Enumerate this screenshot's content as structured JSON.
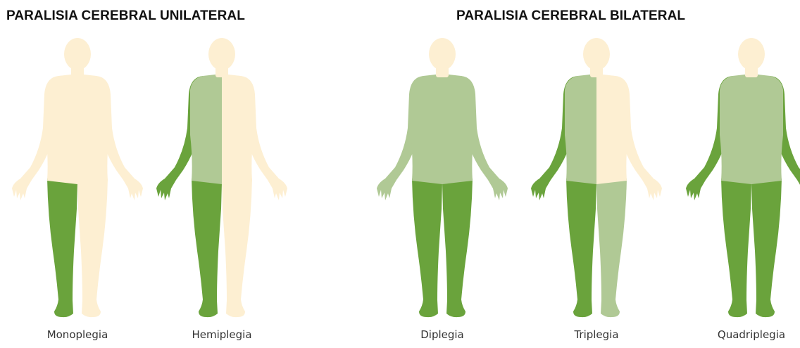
{
  "titles": {
    "unilateral": "PARALISIA CEREBRAL UNILATERAL",
    "bilateral": "PARALISIA CEREBRAL BILATERAL"
  },
  "colors": {
    "unaffected": "#fdefd2",
    "affected_light": "#b0c995",
    "affected_dark": "#6aa33c"
  },
  "figures": [
    {
      "id": "mono",
      "label": "Monoplegia",
      "regions": {
        "head": "unaffected",
        "torso_right": "unaffected",
        "torso_left": "unaffected",
        "arm_right": "unaffected",
        "arm_left": "unaffected",
        "leg_right": "affected_dark",
        "leg_left": "unaffected"
      }
    },
    {
      "id": "hemi",
      "label": "Hemiplegia",
      "regions": {
        "head": "unaffected",
        "torso_right": "affected_light",
        "torso_left": "unaffected",
        "arm_right": "affected_dark",
        "arm_left": "unaffected",
        "leg_right": "affected_dark",
        "leg_left": "unaffected"
      }
    },
    {
      "id": "di",
      "label": "Diplegia",
      "regions": {
        "head": "unaffected",
        "torso_right": "affected_light",
        "torso_left": "affected_light",
        "arm_right": "affected_light",
        "arm_left": "affected_light",
        "leg_right": "affected_dark",
        "leg_left": "affected_dark"
      }
    },
    {
      "id": "tri",
      "label": "Triplegia",
      "regions": {
        "head": "unaffected",
        "torso_right": "affected_light",
        "torso_left": "unaffected",
        "arm_right": "affected_dark",
        "arm_left": "unaffected",
        "leg_right": "affected_dark",
        "leg_left": "affected_light"
      }
    },
    {
      "id": "quad",
      "label": "Quadriplegia",
      "regions": {
        "head": "unaffected",
        "torso_right": "affected_light",
        "torso_left": "affected_light",
        "arm_right": "affected_dark",
        "arm_left": "affected_dark",
        "leg_right": "affected_dark",
        "leg_left": "affected_dark"
      }
    }
  ]
}
